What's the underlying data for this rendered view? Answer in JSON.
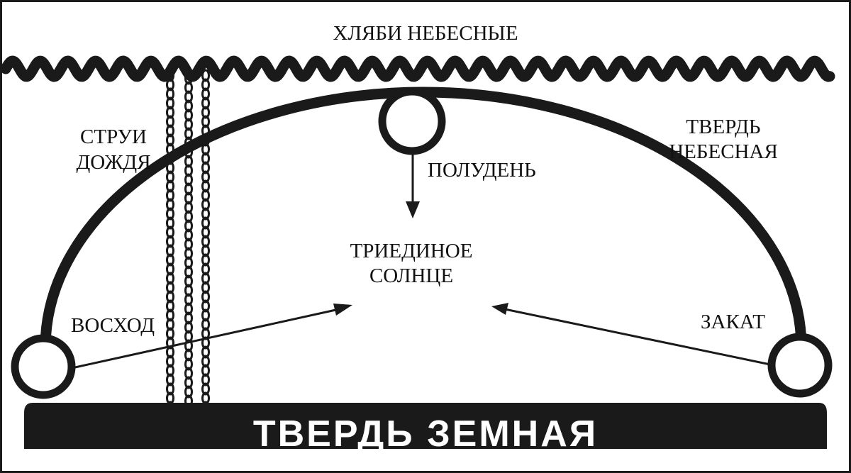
{
  "labels": {
    "heavens": "ХЛЯБИ НЕБЕСНЫЕ",
    "rain_line1": "СТРУИ",
    "rain_line2": "ДОЖДЯ",
    "firmament_line1": "ТВЕРДЬ",
    "firmament_line2": "НЕБЕСНАЯ",
    "noon": "ПОЛУДЕНЬ",
    "sun_line1": "ТРИЕДИНОЕ",
    "sun_line2": "СОЛНЦЕ",
    "sunrise": "ВОСХОД",
    "sunset": "ЗАКАТ",
    "earth": "ТВЕРДЬ ЗЕМНАЯ"
  },
  "colors": {
    "ink": "#1a1a1a",
    "background": "#ffffff",
    "earth_text": "#ffffff"
  }
}
